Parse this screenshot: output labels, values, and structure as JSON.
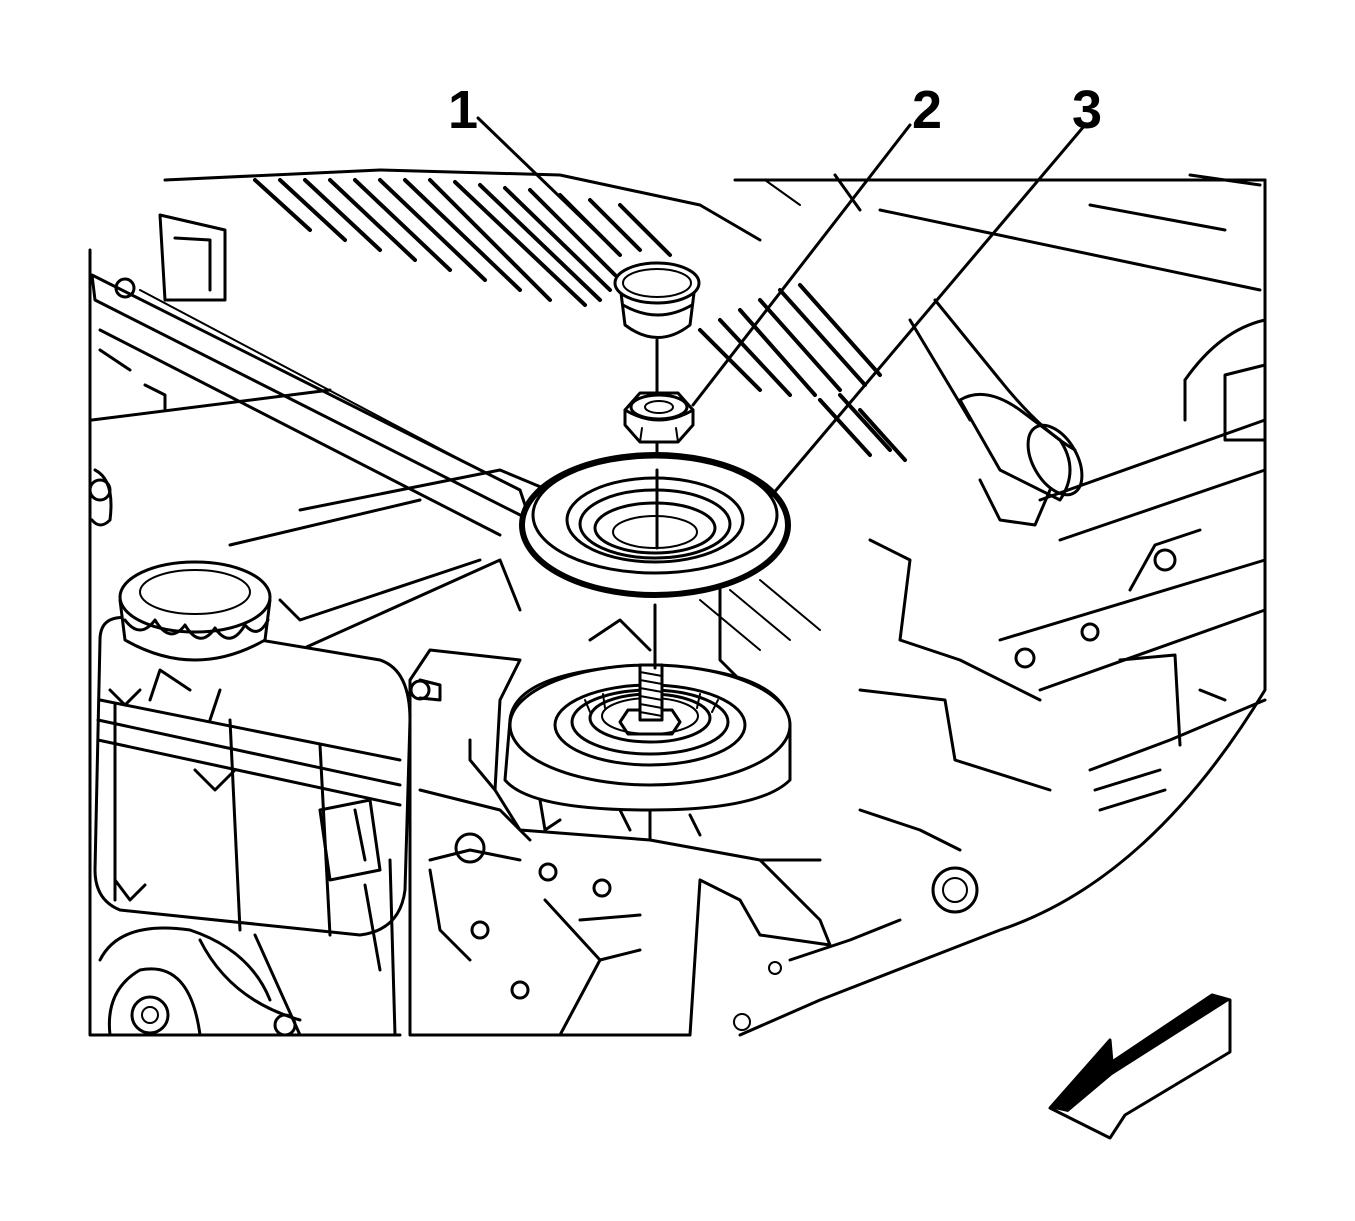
{
  "callouts": [
    {
      "number": "1",
      "part": "cap"
    },
    {
      "number": "2",
      "part": "nut"
    },
    {
      "number": "3",
      "part": "ring"
    }
  ],
  "icons": {
    "view_direction": "front-direction-arrow-icon"
  },
  "colors": {
    "ink": "#000000",
    "paper": "#ffffff"
  }
}
